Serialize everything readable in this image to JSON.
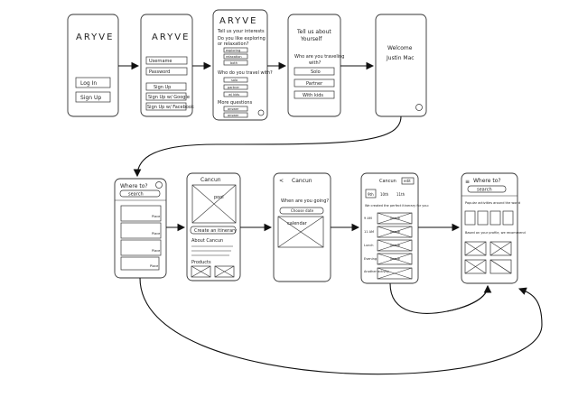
{
  "screens": {
    "s1": {
      "logo": "ARYVE",
      "login": "Log In",
      "signup": "Sign Up"
    },
    "s2": {
      "logo": "ARYVE",
      "username": "Username",
      "password": "Password",
      "signup": "Sign Up",
      "google": "Sign Up w/ Google",
      "facebook": "Sign Up w/ Facebook"
    },
    "s3": {
      "logo": "ARYVE",
      "heading_1": "Tell us your interests",
      "heading_2": "Do you like exploring",
      "q1_line": "or relaxation?",
      "opt_1": "exploring",
      "opt_2": "relaxation",
      "opt_3": "both",
      "q2": "Who do you travel with?",
      "opt_4": "solo",
      "opt_5": "partner",
      "opt_6": "w/ kids",
      "q3": "More questions",
      "opt_7": "answer",
      "opt_8": "answer"
    },
    "s4": {
      "heading_1": "Tell us about",
      "heading_2": "Yourself",
      "q1": "Who are you traveling",
      "q1b": "with?",
      "opt_1": "Solo",
      "opt_2": "Partner",
      "opt_3": "With kids"
    },
    "s5": {
      "welcome": "Welcome",
      "name": "Justin Mac"
    },
    "s6": {
      "title": "Where to?",
      "search": "search",
      "card_1": "Place",
      "card_2": "Place",
      "card_3": "Place",
      "card_4": "Place"
    },
    "s7": {
      "title": "Cancun",
      "image_label": "pool",
      "create": "Create an itinerary",
      "about": "About Cancun",
      "products": "Products"
    },
    "s8": {
      "title": "Cancun",
      "heading": "When are you going?",
      "select": "Choose date",
      "calendar": "calendar"
    },
    "s9": {
      "title": "Cancun",
      "edit": "edit",
      "dates": [
        "9th",
        "10th",
        "11th"
      ],
      "intro": "We created the perfect itinerary for you:",
      "slots": [
        "9 AM",
        "11 AM",
        "Lunch",
        "Evening"
      ],
      "img_labels": [
        "image",
        "image",
        "image",
        "image"
      ],
      "closing": "Another activity"
    },
    "s10": {
      "title": "Where to?",
      "search": "search",
      "popular": "Popular activities around the world",
      "based": "Based on your profile, we recommend"
    }
  }
}
